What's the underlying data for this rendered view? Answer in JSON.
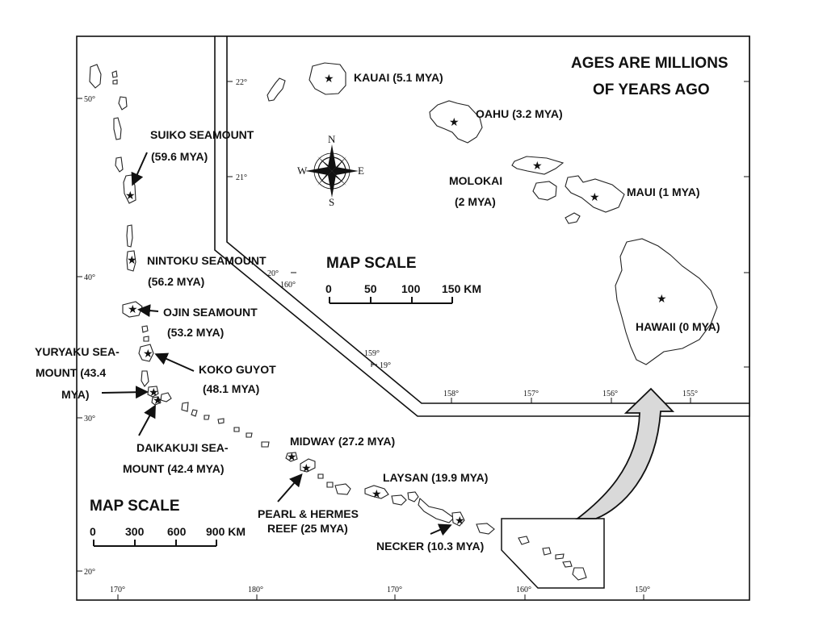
{
  "note": {
    "line1": "AGES ARE MILLIONS",
    "line2": "OF YEARS AGO"
  },
  "islands": {
    "kauai": "KAUAI (5.1 MYA)",
    "oahu": "OAHU (3.2 MYA)",
    "molokai1": "MOLOKAI",
    "molokai2": "(2 MYA)",
    "maui": "MAUI (1 MYA)",
    "hawaii": "HAWAII (0 MYA)"
  },
  "chain": {
    "suiko1": "SUIKO SEAMOUNT",
    "suiko2": "(59.6 MYA)",
    "nintoku1": "NINTOKU SEAMOUNT",
    "nintoku2": "(56.2 MYA)",
    "ojin1": "OJIN SEAMOUNT",
    "ojin2": "(53.2 MYA)",
    "yuryaku1": "YURYAKU SEA-",
    "yuryaku2": "MOUNT (43.4",
    "yuryaku3": "MYA)",
    "koko1": "KOKO GUYOT",
    "koko2": "(48.1 MYA)",
    "daikakuji1": "DAIKAKUJI SEA-",
    "daikakuji2": "MOUNT (42.4 MYA)",
    "midway": "MIDWAY (27.2 MYA)",
    "pearl1": "PEARL & HERMES",
    "pearl2": "REEF (25 MYA)",
    "laysan": "LAYSAN (19.9 MYA)",
    "necker": "NECKER (10.3 MYA)"
  },
  "scale_inset": {
    "title": "MAP SCALE",
    "t0": "0",
    "t1": "50",
    "t2": "100",
    "t3": "150 KM"
  },
  "scale_main": {
    "title": "MAP SCALE",
    "t0": "0",
    "t1": "300",
    "t2": "600",
    "t3": "900 KM"
  },
  "compass": {
    "n": "N",
    "s": "S",
    "e": "E",
    "w": "W"
  },
  "ticks": {
    "lat22": "22°",
    "lat21": "21°",
    "lat20": "20°",
    "lat19": "19°",
    "lon160": "160°",
    "lon159": "159°",
    "lon158": "158°",
    "lon157": "157°",
    "lon156": "156°",
    "lon155": "155°",
    "mlat50": "50°",
    "mlat40": "40°",
    "mlat30": "30°",
    "mlat20": "20°",
    "mlon170a": "170°",
    "mlon180": "180°",
    "mlon170b": "170°",
    "mlon160": "160°",
    "mlon150": "150°"
  },
  "star_glyph": "★"
}
